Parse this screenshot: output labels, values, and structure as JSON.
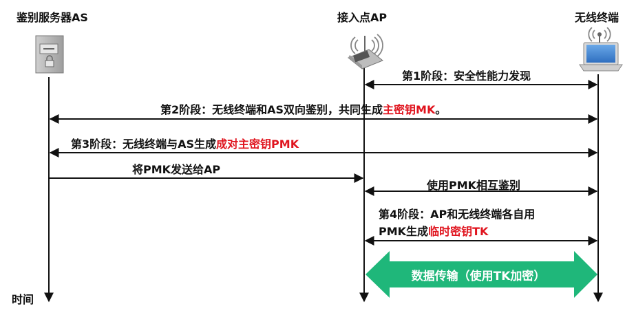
{
  "entities": {
    "as": "鉴别服务器AS",
    "ap": "接入点AP",
    "terminal": "无线终端"
  },
  "time_label": "时间",
  "messages": {
    "phase1": "第1阶段：安全性能力发现",
    "phase2_prefix": "第2阶段：无线终端和AS双向鉴别，共同生成",
    "phase2_highlight": "主密钥MK",
    "phase2_suffix": "。",
    "phase3_prefix": "第3阶段：无线终端与AS生成",
    "phase3_highlight": "成对主密钥PMK",
    "send_pmk": "将PMK发送给AP",
    "mutual_auth": "使用PMK相互鉴别",
    "phase4_line1": "第4阶段：AP和无线终端各自用",
    "phase4_line2_prefix": "PMK生成",
    "phase4_highlight": "临时密钥TK"
  },
  "banner": {
    "text": "数据传输（使用TK加密）",
    "color": "#1fb77a"
  },
  "colors": {
    "highlight": "#e0141e",
    "lines": "#111111"
  }
}
